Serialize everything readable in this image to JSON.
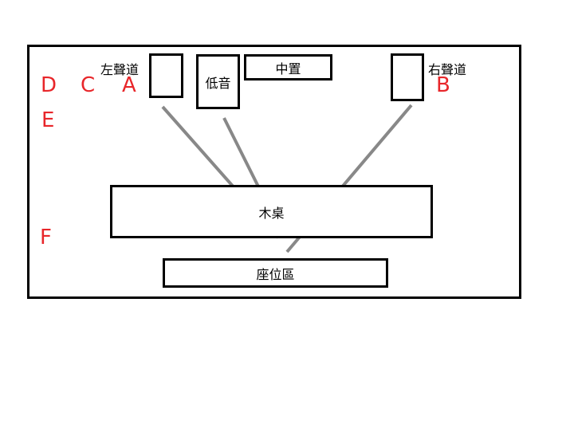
{
  "labels": {
    "left_channel": "左聲道",
    "right_channel": "右聲道",
    "subwoofer": "低音",
    "center": "中置",
    "table": "木桌",
    "seating": "座位區"
  },
  "markers": {
    "a": "A",
    "b": "B",
    "c": "C",
    "d": "D",
    "e": "E",
    "f": "F"
  },
  "colors": {
    "marker": "#e8262a",
    "sightline": "#888888",
    "outline": "#000000"
  }
}
